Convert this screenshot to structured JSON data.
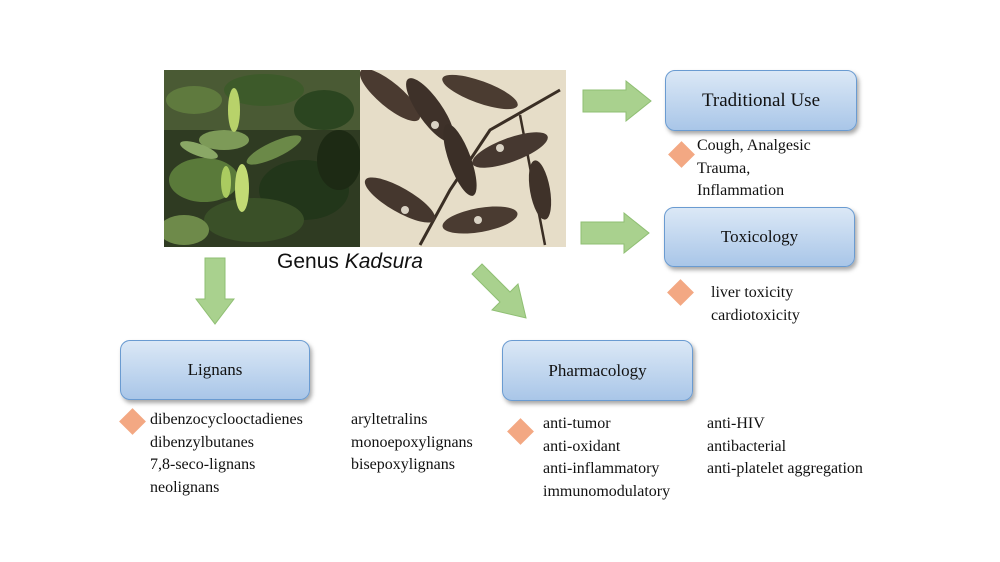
{
  "genus": {
    "prefix": "Genus",
    "name": "Kadsura"
  },
  "traditional_use": {
    "title": "Traditional Use",
    "items": [
      "Cough, Analgesic",
      "Trauma,",
      "Inflammation"
    ]
  },
  "toxicology": {
    "title": "Toxicology",
    "items": [
      "liver toxicity",
      "cardiotoxicity"
    ]
  },
  "lignans": {
    "title": "Lignans",
    "col1": [
      "dibenzocyclooctadienes",
      "dibenzylbutanes",
      "7,8-seco-lignans",
      "neolignans"
    ],
    "col2": [
      "aryltetralins",
      "monoepoxylignans",
      "bisepoxylignans"
    ]
  },
  "pharmacology": {
    "title": "Pharmacology",
    "col1": [
      "anti-tumor",
      "anti-oxidant",
      "anti-inflammatory",
      "immunomodulatory"
    ],
    "col2": [
      "anti-HIV",
      "antibacterial",
      "anti-platelet aggregation"
    ]
  },
  "colors": {
    "box_fill_top": "#dbe8f6",
    "box_fill_bottom": "#a9c6e8",
    "box_border": "#6a9bd1",
    "arrow_fill": "#a9d18e",
    "arrow_stroke": "#8fbf73",
    "bullet": "#f3a883"
  }
}
